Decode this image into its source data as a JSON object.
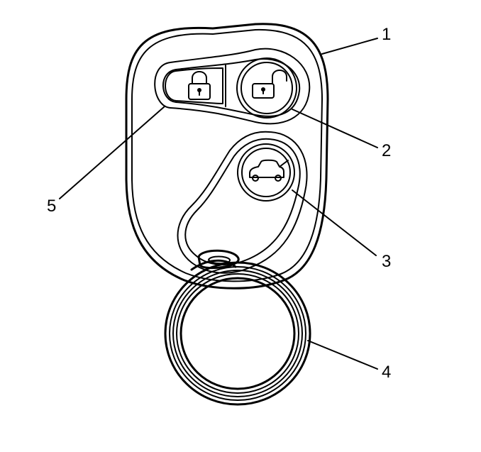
{
  "callouts": [
    {
      "id": "1",
      "label": "1"
    },
    {
      "id": "2",
      "label": "2"
    },
    {
      "id": "3",
      "label": "3"
    },
    {
      "id": "4",
      "label": "4"
    },
    {
      "id": "5",
      "label": "5"
    }
  ],
  "icons": {
    "lock": "padlock-closed-icon",
    "unlock": "padlock-open-icon",
    "trunk": "car-trunk-icon"
  },
  "colors": {
    "stroke": "#000000",
    "background": "#ffffff"
  }
}
